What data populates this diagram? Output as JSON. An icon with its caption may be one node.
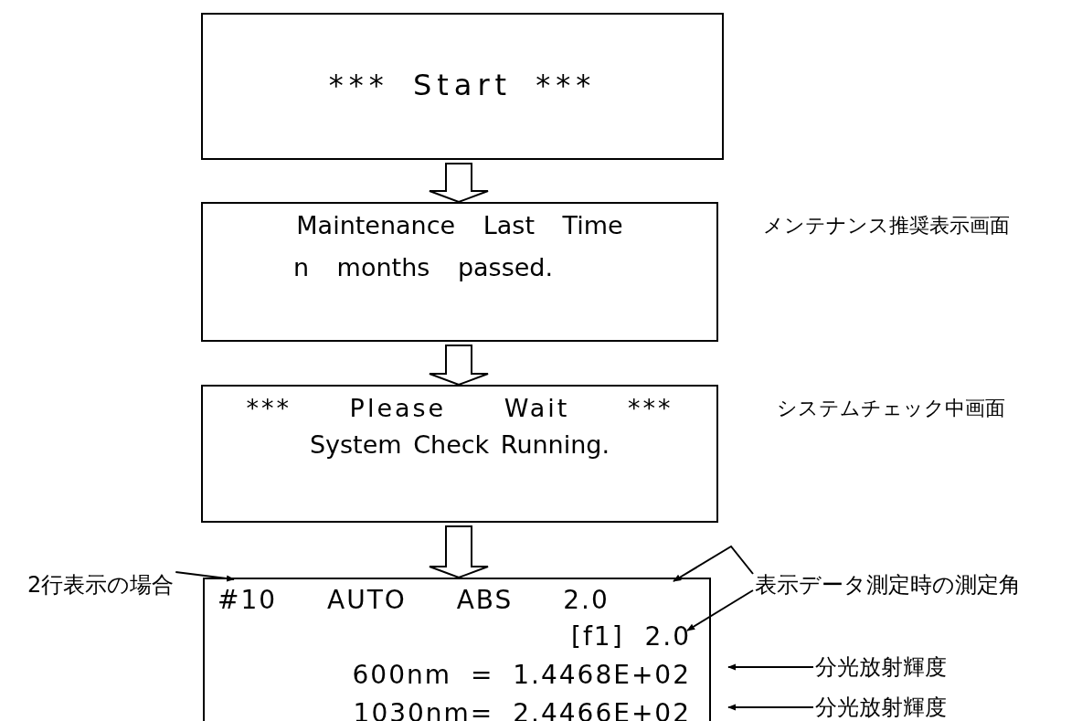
{
  "diagram": {
    "nodes": [
      {
        "text": [
          "*** Start ***"
        ]
      },
      {
        "text": [
          "Maintenance Last Time",
          "n months passed."
        ],
        "beside": [
          "メンテナンス推奨表示画面"
        ]
      },
      {
        "text": [
          "*** Please Wait ***",
          "System Check Running."
        ],
        "beside": [
          "システムチェック中画面"
        ]
      },
      {
        "text": [
          "#10 AUTO ABS 2.0",
          "[f1] 2.0",
          "600nm = 1.4468E+02",
          "1030nm= 2.4466E+02"
        ]
      },
      {
        "text": [
          "2行表示の場合"
        ]
      },
      {
        "text": [
          "表示データ測定時の測定角"
        ]
      },
      {
        "text": [
          "分光放射輝度"
        ]
      },
      {
        "text": [
          "分光放射輝度"
        ]
      }
    ],
    "edges": [
      {
        "from": 0,
        "to": 1,
        "arrow": "to"
      },
      {
        "from": 1,
        "to": 2,
        "arrow": "to"
      },
      {
        "from": 2,
        "to": 3,
        "arrow": "to"
      },
      {
        "from": 4,
        "to": 3,
        "arrow": "to"
      },
      {
        "from": 5,
        "to": 3,
        "arrow": "to"
      },
      {
        "from": 5,
        "to": 3,
        "arrow": "to"
      },
      {
        "from": 6,
        "to": 3,
        "arrow": "to"
      },
      {
        "from": 7,
        "to": 3,
        "arrow": "to"
      }
    ]
  }
}
